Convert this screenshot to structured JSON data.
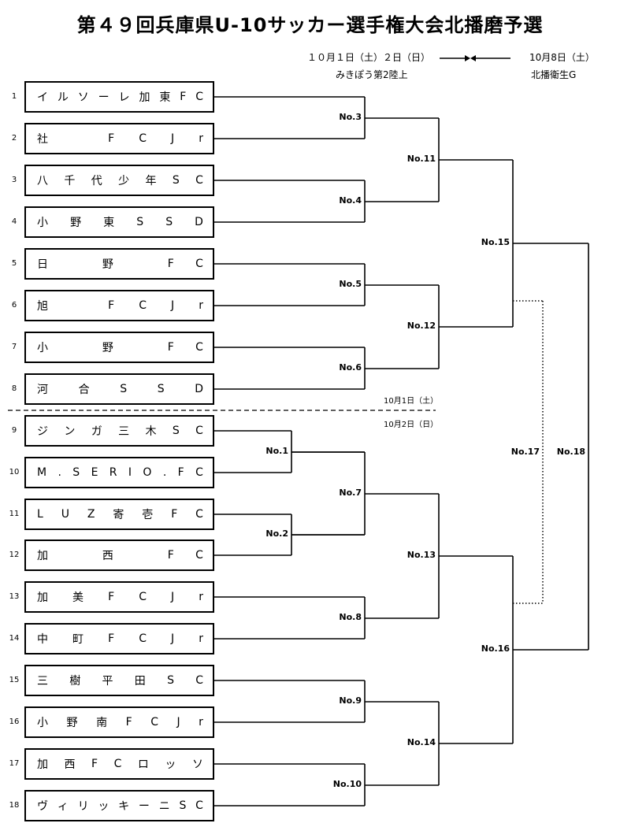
{
  "title": "第４９回兵庫県U-10サッカー選手権大会北播磨予選",
  "header": {
    "date1": "１０月１日（土）２日（日）",
    "venue1": "みきぽう第2陸上",
    "date2": "10月8日（土）",
    "venue2": "北播衛生G"
  },
  "day_divider": {
    "day1": "10月1日（土）",
    "day2": "10月2日（日）"
  },
  "teams": [
    {
      "num": "1",
      "name": "イルソーレ加東FC"
    },
    {
      "num": "2",
      "name": "社　FCJr"
    },
    {
      "num": "3",
      "name": "八千代少年SC"
    },
    {
      "num": "4",
      "name": "小野東SSD"
    },
    {
      "num": "5",
      "name": "日　野　FC"
    },
    {
      "num": "6",
      "name": "旭　FCJr"
    },
    {
      "num": "7",
      "name": "小　野　FC"
    },
    {
      "num": "8",
      "name": "河合SSD"
    },
    {
      "num": "9",
      "name": "ジンガ三木SC"
    },
    {
      "num": "10",
      "name": "M.SERIO.FC"
    },
    {
      "num": "11",
      "name": "LUZ寄壱FC"
    },
    {
      "num": "12",
      "name": "加　西　FC"
    },
    {
      "num": "13",
      "name": "加美FCJr"
    },
    {
      "num": "14",
      "name": "中町FCJr"
    },
    {
      "num": "15",
      "name": "三樹平田SC"
    },
    {
      "num": "16",
      "name": "小野南FCJr"
    },
    {
      "num": "17",
      "name": "加西FCロッソ"
    },
    {
      "num": "18",
      "name": "ヴィリッキーニSC"
    }
  ],
  "matches": {
    "m1": "No.1",
    "m2": "No.2",
    "m3": "No.3",
    "m4": "No.4",
    "m5": "No.5",
    "m6": "No.6",
    "m7": "No.7",
    "m8": "No.8",
    "m9": "No.9",
    "m10": "No.10",
    "m11": "No.11",
    "m12": "No.12",
    "m13": "No.13",
    "m14": "No.14",
    "m15": "No.15",
    "m16": "No.16",
    "m17": "No.17",
    "m18": "No.18"
  }
}
